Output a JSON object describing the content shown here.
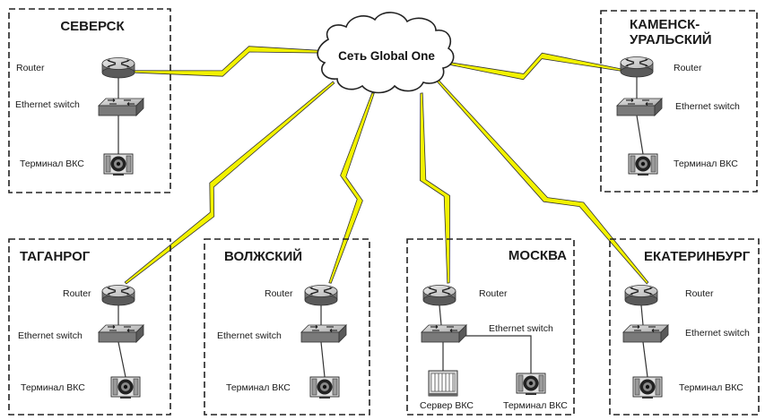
{
  "network": {
    "cloud_label": "Сеть Global One"
  },
  "sites": [
    {
      "id": "seversk",
      "title_lines": [
        "СЕВЕРСК"
      ],
      "router_label": "Router",
      "switch_label": "Ethernet switch",
      "terminal_label": "Терминал ВКС"
    },
    {
      "id": "kamensk",
      "title_lines": [
        "КАМЕНСК-",
        "УРАЛЬСКИЙ"
      ],
      "router_label": "Router",
      "switch_label": "Ethernet switch",
      "terminal_label": "Терминал ВКС"
    },
    {
      "id": "taganrog",
      "title_lines": [
        "ТАГАНРОГ"
      ],
      "router_label": "Router",
      "switch_label": "Ethernet switch",
      "terminal_label": "Терминал ВКС"
    },
    {
      "id": "volzhsky",
      "title_lines": [
        "ВОЛЖСКИЙ"
      ],
      "router_label": "Router",
      "switch_label": "Ethernet switch",
      "terminal_label": "Терминал ВКС"
    },
    {
      "id": "moskva",
      "title_lines": [
        "МОСКВА"
      ],
      "router_label": "Router",
      "switch_label": "Ethernet switch",
      "server_label": "Сервер ВКС",
      "terminal_label": "Терминал ВКС"
    },
    {
      "id": "ekaterinburg",
      "title_lines": [
        "ЕКАТЕРИНБУРГ"
      ],
      "router_label": "Router",
      "switch_label": "Ethernet switch",
      "terminal_label": "Терминал ВКС"
    }
  ],
  "links": [
    "seversk",
    "kamensk",
    "taganrog",
    "volzhsky",
    "moskva",
    "ekaterinburg"
  ],
  "colors": {
    "link_bolt": "#f2f200",
    "box_border": "#222222",
    "device_gray": "#bdbdbd"
  }
}
